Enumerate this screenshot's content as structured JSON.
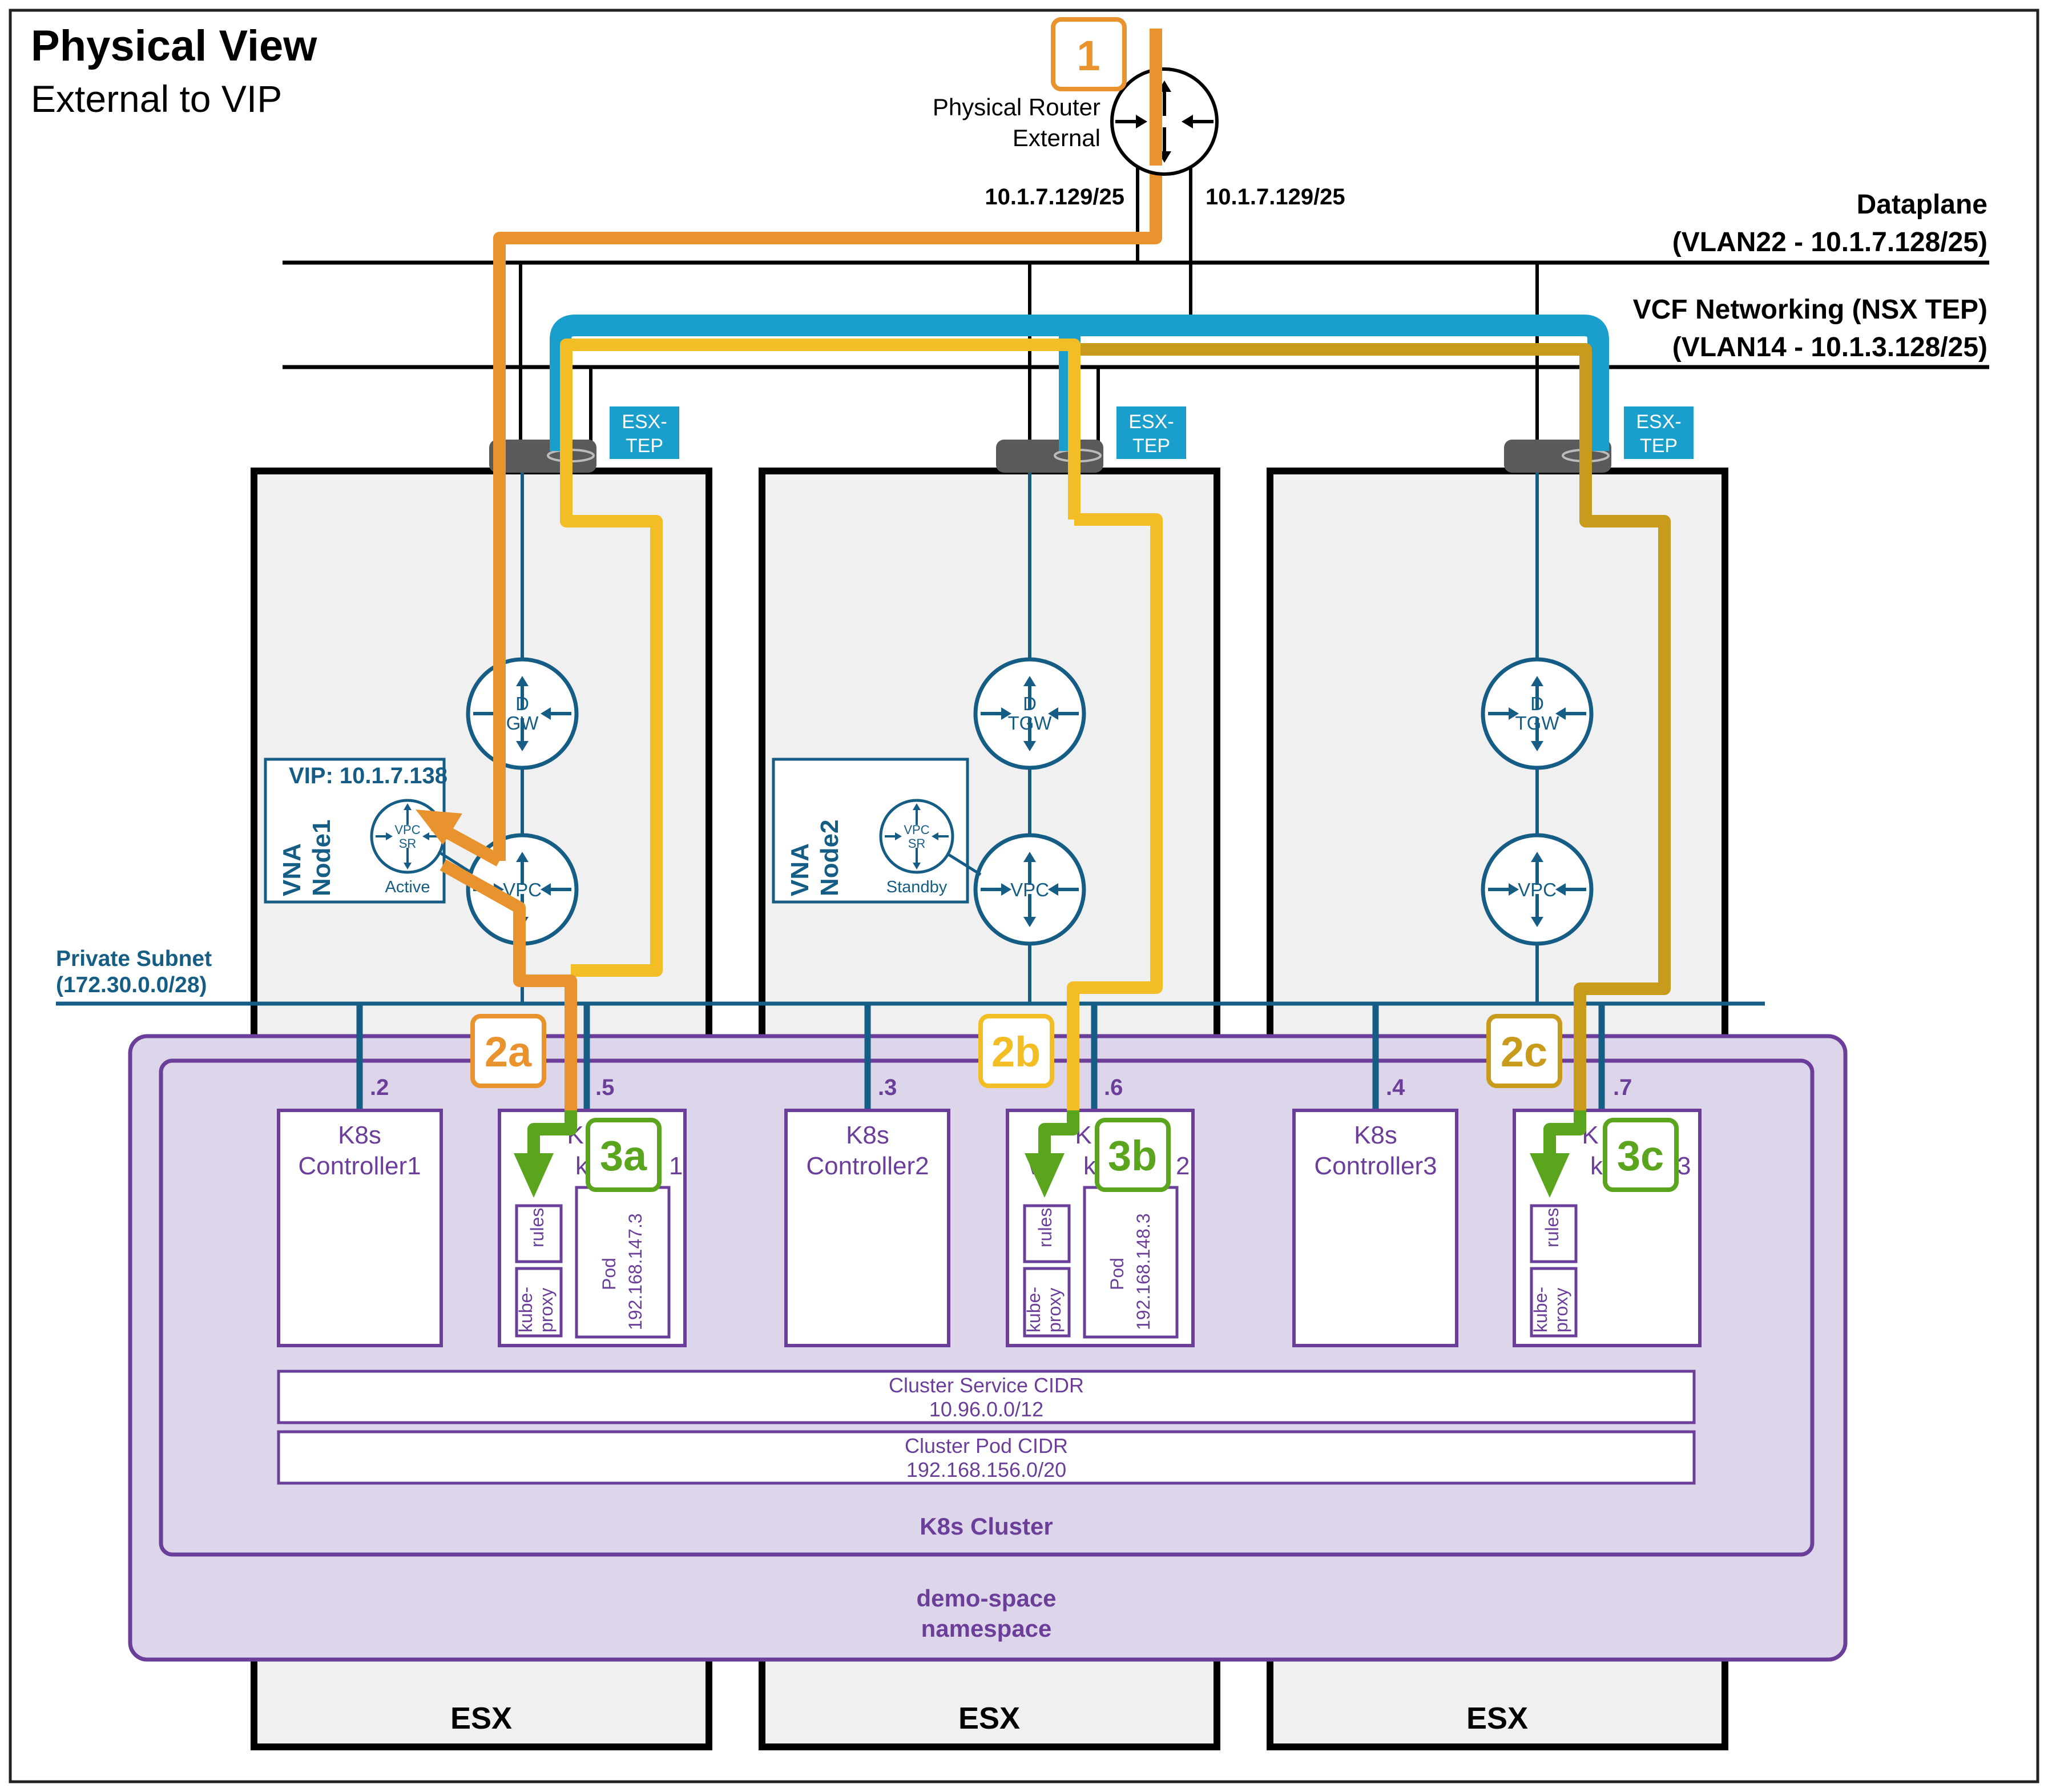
{
  "title": "Physical View",
  "subtitle": "External to VIP",
  "router": {
    "line1": "Physical Router",
    "line2": "External",
    "ip_left": "10.1.7.129/25",
    "ip_right": "10.1.7.129/25"
  },
  "networks": {
    "dataplane_line1": "Dataplane",
    "dataplane_line2": "(VLAN22 - 10.1.7.128/25)",
    "tep_line1": "VCF Networking (NSX TEP)",
    "tep_line2": "(VLAN14 - 10.1.3.128/25)"
  },
  "esx_tep_line1": "ESX-",
  "esx_tep_line2": "TEP",
  "dtgw_line1": "D",
  "dtgw_line2_host1": "GW",
  "dtgw_line2": "TGW",
  "vpc_label": "VPC",
  "vpc_sr_line1": "VPC",
  "vpc_sr_line2": "SR",
  "vna1": {
    "line1": "VNA",
    "line2": "Node1",
    "vip": "VIP: 10.1.7.138",
    "state": "Active"
  },
  "vna2": {
    "line1": "VNA",
    "line2": "Node2",
    "state": "Standby"
  },
  "private_subnet": {
    "line1": "Private Subnet",
    "line2": "(172.30.0.0/28)"
  },
  "hosts": [
    {
      "controller_ip": ".2",
      "worker_ip": ".5",
      "controller_line1": "K8s",
      "controller_line2": "Controller1",
      "worker_line1": "K",
      "worker_line2_left": "W",
      "worker_line2_right": "ker1",
      "worker_tail": "1",
      "pod_line1": "Pod",
      "pod_line2": "192.168.147.3",
      "step_2": "2a",
      "step_3": "3a"
    },
    {
      "controller_ip": ".3",
      "worker_ip": ".6",
      "controller_line1": "K8s",
      "controller_line2": "Controller2",
      "worker_line1": "K",
      "worker_line2_left": "W",
      "worker_line2_right": "ker",
      "worker_tail": "2",
      "pod_line1": "Pod",
      "pod_line2": "192.168.148.3",
      "step_2": "2b",
      "step_3": "3b"
    },
    {
      "controller_ip": ".4",
      "worker_ip": ".7",
      "controller_line1": "K8s",
      "controller_line2": "Controller3",
      "worker_line1": "K",
      "worker_line2_left": "W",
      "worker_line2_right": "ke",
      "worker_tail": "3",
      "step_2": "2c",
      "step_3": "3c"
    }
  ],
  "rules_label": "rules",
  "kube_proxy_line1": "kube-",
  "kube_proxy_line2": "proxy",
  "cluster_service_cidr": {
    "line1": "Cluster Service CIDR",
    "line2": "10.96.0.0/12"
  },
  "cluster_pod_cidr": {
    "line1": "Cluster Pod CIDR",
    "line2": "192.168.156.0/20"
  },
  "cluster_label": "K8s Cluster",
  "namespace": {
    "line1": "demo-space",
    "line2": "namespace"
  },
  "esx_label": "ESX",
  "step_1": "1",
  "colors": {
    "orange": "#e8932e",
    "yellow": "#f2bd25",
    "gold": "#c99b1c",
    "teal": "#1a9fcc",
    "blue": "#155d84",
    "green": "#5aa51d",
    "purple": "#6b3f99",
    "lavender": "#ddd5e9",
    "host_gray": "#f0f0f0"
  }
}
